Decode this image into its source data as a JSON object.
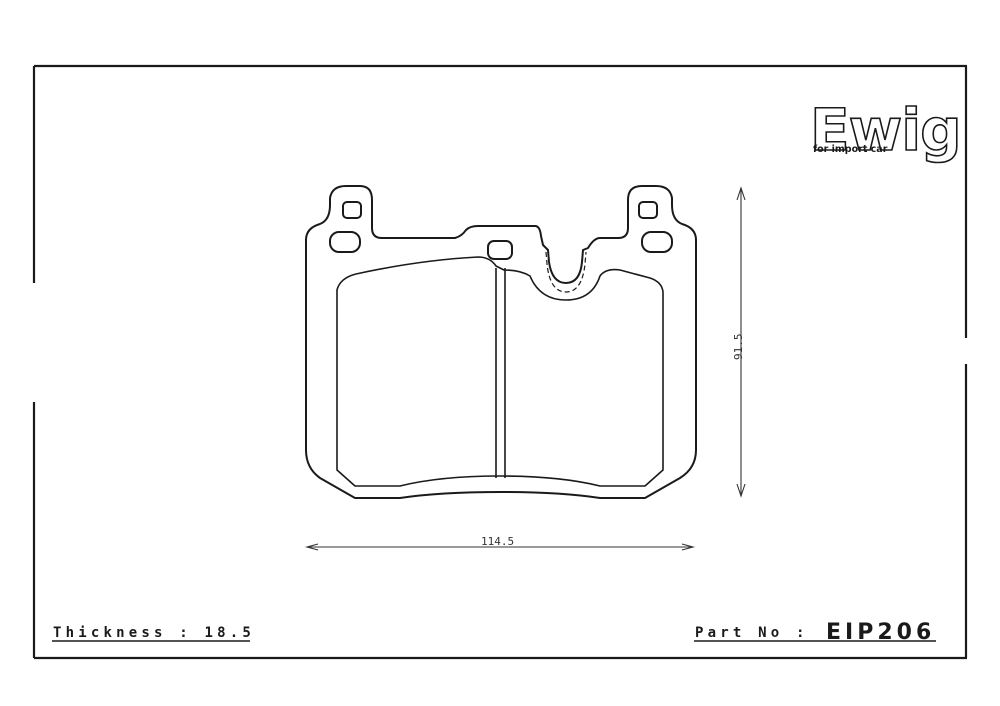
{
  "logo": {
    "brand": "Ewig",
    "tagline": "for import car"
  },
  "dimensions": {
    "width_label": "114.5",
    "height_label": "91.5"
  },
  "footer": {
    "thickness_label": "Thickness : 18.5",
    "part_prefix": "Part No :",
    "part_number": "EIP206"
  }
}
